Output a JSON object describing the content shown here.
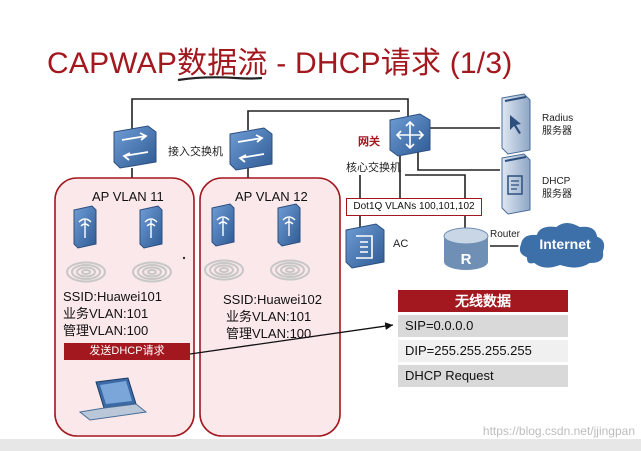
{
  "title": "CAPWAP数据流 - DHCP请求 (1/3)",
  "labels": {
    "access_switch": "接入交换机",
    "gateway": "网关",
    "core_switch": "核心交换机",
    "radius_server": "Radius\n服务器",
    "dhcp_server": "DHCP\n服务器",
    "router": "Router",
    "ac": "AC",
    "internet": "Internet",
    "trunk": "Dot1Q VLANs 100,101,102"
  },
  "vlans": [
    {
      "title": "AP VLAN 11",
      "ssid": "SSID:Huawei101",
      "service_vlan": "业务VLAN:101",
      "mgmt_vlan": "管理VLAN:100"
    },
    {
      "title": "AP VLAN 12",
      "ssid": "SSID:Huawei102",
      "service_vlan": "业务VLAN:101",
      "mgmt_vlan": "管理VLAN:100"
    }
  ],
  "dhcp_send_label": "发送DHCP请求",
  "wireless_data": {
    "title": "无线数据",
    "rows": [
      "SIP=0.0.0.0",
      "DIP=255.255.255.255",
      "DHCP Request"
    ]
  },
  "watermark": "https://blog.csdn.net/jjingpan",
  "colors": {
    "accent": "#a3171e",
    "device": "#4a7dbe",
    "device_dark": "#2c4f7f"
  }
}
